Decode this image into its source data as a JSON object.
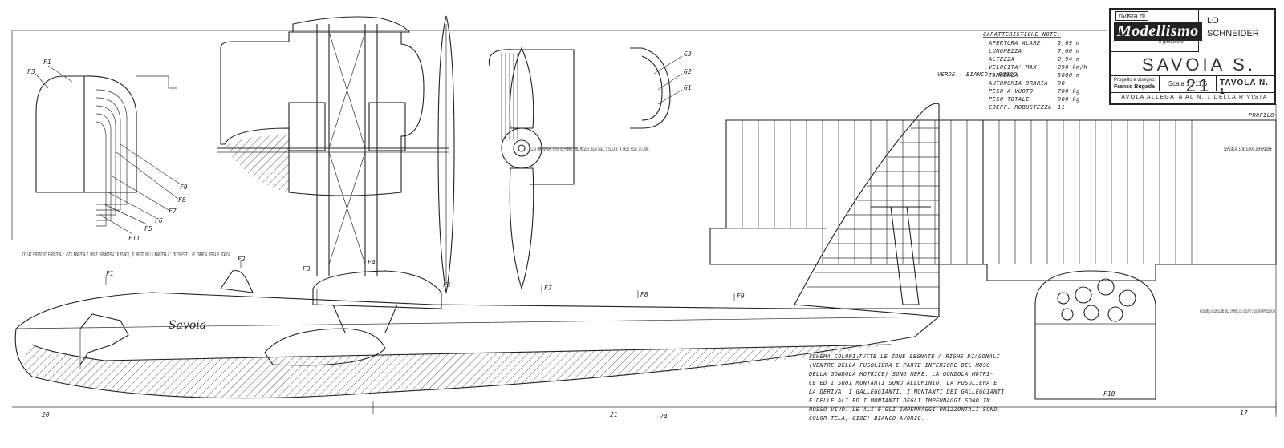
{
  "title_block": {
    "magazine_prefix": "rivista di",
    "magazine_name": "Modellismo",
    "magazine_sub": "e giocattolo",
    "author_line1": "LO",
    "author_line2": "SCHNEIDER",
    "model": "SAVOIA S. 21",
    "design_label": "Progetto e disegno:",
    "design_by": "Franco Bugada",
    "scale": "Scala 1 : 11,6",
    "table": "TAVOLA N. 1",
    "footer": "TAVOLA ALLEGATA AL N. 1 DELLA RIVISTA"
  },
  "specs": {
    "heading": "CARATTERISTICHE NOTE:",
    "rows": [
      {
        "label": "APERTURA ALARE",
        "value": "2,69 m"
      },
      {
        "label": "LUNGHEZZA",
        "value": "7,00 m"
      },
      {
        "label": "ALTEZZA",
        "value": "2,94 m"
      },
      {
        "label": "VELOCITA' MAX.",
        "value": "290 km/h"
      },
      {
        "label": "TANGENZA",
        "value": "5000 m"
      },
      {
        "label": "AUTONOMIA ORARIA",
        "value": "90'"
      },
      {
        "label": "PESO A VUOTO",
        "value": "700 kg"
      },
      {
        "label": "PESO TOTALE",
        "value": "900 kg"
      },
      {
        "label": "COEFF. ROBUSTEZZA",
        "value": "11"
      }
    ]
  },
  "labels": {
    "f1": "F1",
    "f2": "F2",
    "f3": "F3",
    "f4": "F4",
    "f5": "F5",
    "f6": "F6",
    "f7": "F7",
    "f8": "F8",
    "f9": "F9",
    "f10": "F10",
    "f11": "F11",
    "g1": "G1",
    "g2": "G2",
    "g3": "G3",
    "hull_name": "Savoia",
    "tail_colors": "VERDE | BIANCO | ROSSO",
    "wing_half": "SEMIALA SINISTRA INFERIORE",
    "profile": "PROFILO",
    "ruler_20": "20",
    "ruler_21": "21",
    "ruler_24": "24",
    "ruler_17": "17"
  },
  "notes": {
    "fuselage_frames": "CELLAI FREGIO DI FUSOLIERA : ASTA BANDIERA E CROCE SUBANDIERA IN BIANCO, IL RESTO DELLA BANDIERA E' IN CELESTE . LE CORNUTA ROSSA E BIANCA.",
    "propeller": "ELICA QUADRIPALA: VISTA DI FRENTE, DEL MOZZO E DELLA PALA. L'ELICA E' A PASSO FISSO IN LEGNO.",
    "attention": "ATTENZIONE: LA DISPOSIZIONE DEGLI STRUMENTI SUL CRUSCOTTO E' SOLTANTO APPROSSIMATIVA.",
    "color_scheme_title": "SCHEMA COLORI:",
    "color_scheme": [
      "TUTTE LE ZONE SEGNATE A RIGHE DIAGONALI",
      "(VENTRE DELLA FUSOLIERA E PARTE INFERIORE DEL MUSO",
      "DELLA GONDOLA MOTRICE) SONO NERE. LA GONDOLA MOTRI-",
      "CE ED I SUOI MONTANTI SONO ALLUMINIO. LA FUSOLIERA E",
      "LA DERIVA, I GALLEGGIANTI, I MONTANTI DEI GALLEGGIANTI",
      "E DELLE ALI ED I MONTANTI DEGLI IMPENNAGGI SONO IN",
      "ROSSO VIVO. LE ALI E GLI IMPENNAGGI ORIZZONTALI SONO",
      "COLOR TELA, CIOE' BIANCO AVORIO."
    ]
  }
}
